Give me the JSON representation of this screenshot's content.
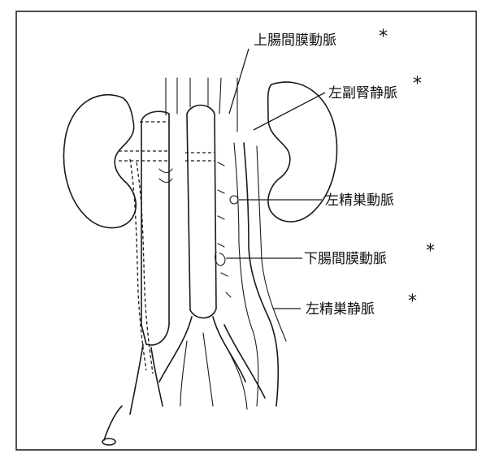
{
  "labels": {
    "superior_mesenteric_artery": "上腸間膜動脈",
    "left_adrenal_vein": "左副腎静脈",
    "left_testicular_artery": "左精巣動脈",
    "inferior_mesenteric_artery": "下腸間膜動脈",
    "left_testicular_vein": "左精巣静脈"
  },
  "marker": "*"
}
